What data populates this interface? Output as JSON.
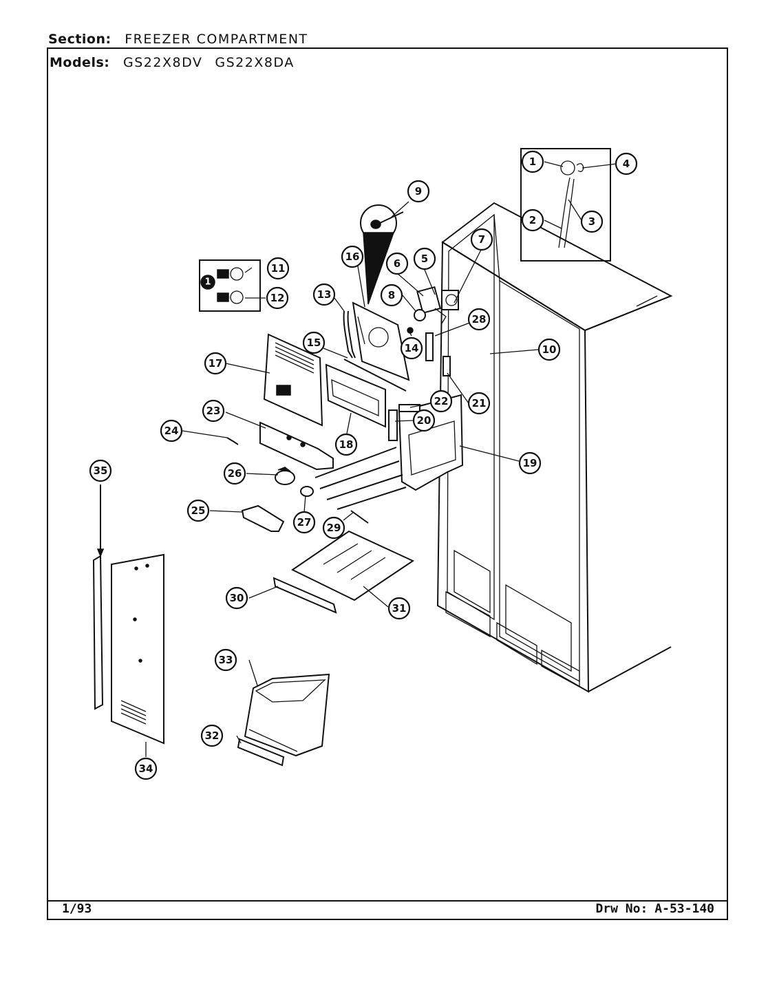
{
  "header": {
    "section_label": "Section:",
    "section_value": "FREEZER COMPARTMENT",
    "models_label": "Models:",
    "models": [
      "GS22X8DV",
      "GS22X8DA"
    ]
  },
  "footer": {
    "date_code": "1/93",
    "drawing_label": "Drw No:",
    "drawing_number": "A-53-140"
  },
  "callouts": [
    "1",
    "2",
    "3",
    "4",
    "5",
    "6",
    "7",
    "8",
    "9",
    "10",
    "11",
    "12",
    "13",
    "14",
    "15",
    "16",
    "17",
    "18",
    "19",
    "20",
    "21",
    "22",
    "23",
    "24",
    "25",
    "26",
    "27",
    "28",
    "29",
    "30",
    "31",
    "32",
    "33",
    "34",
    "35"
  ],
  "note_marker": "1"
}
